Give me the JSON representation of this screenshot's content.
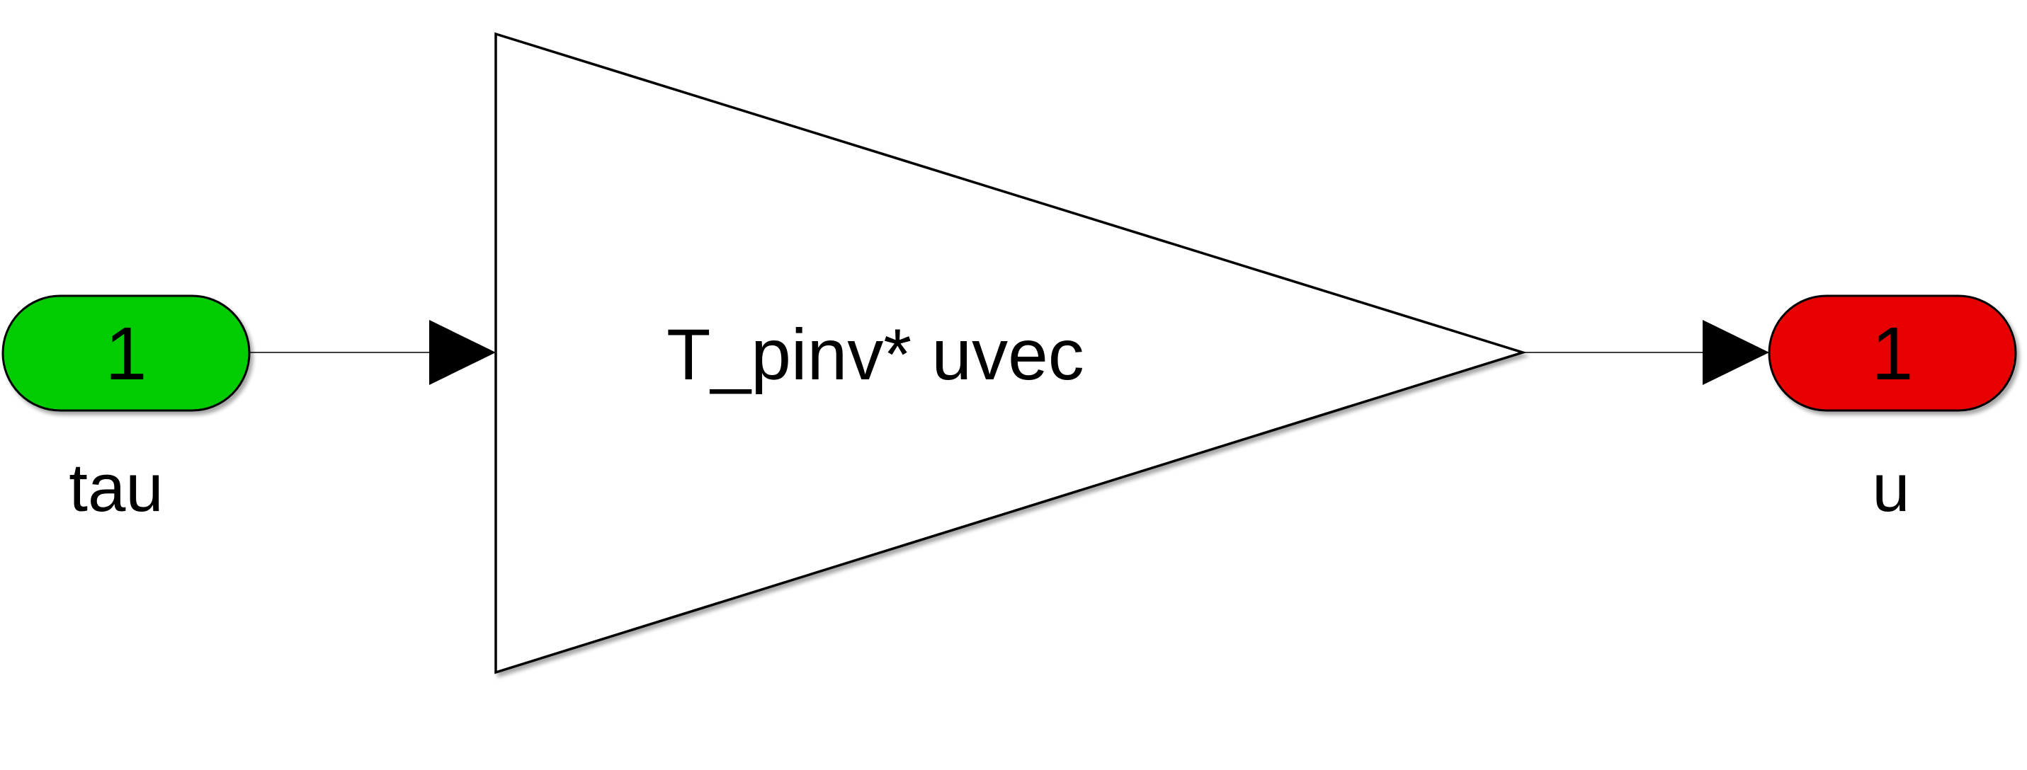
{
  "diagram": {
    "inport": {
      "number": "1",
      "label": "tau",
      "color": "#00cc00"
    },
    "gain": {
      "expression": "T_pinv* uvec"
    },
    "outport": {
      "number": "1",
      "label": "u",
      "color": "#e60000"
    }
  }
}
